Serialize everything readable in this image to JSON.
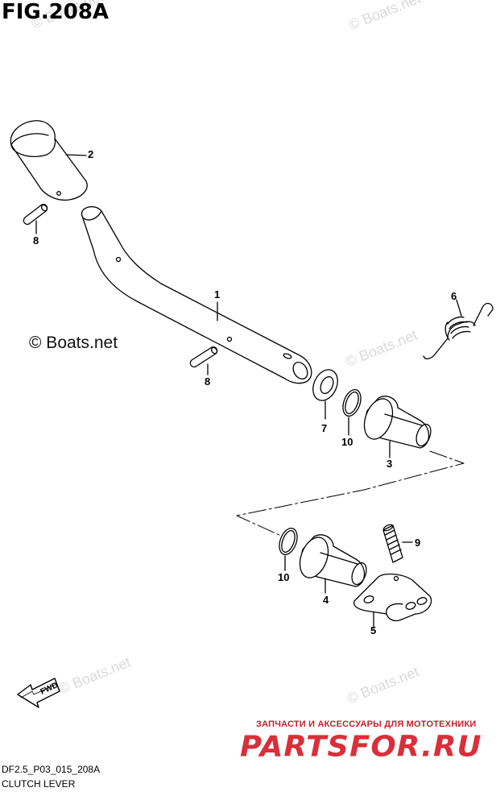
{
  "figure": {
    "title": "FIG.208A",
    "code": "DF2.5_P03_015_208A",
    "name": "CLUTCH LEVER"
  },
  "watermarks": {
    "main": "© Boats.net",
    "faint": "© Boats.net"
  },
  "direction_badge": {
    "label": "FWD",
    "icon": "fwd-arrow-icon"
  },
  "callouts": {
    "c1": "1",
    "c2": "2",
    "c3": "3",
    "c4": "4",
    "c5": "5",
    "c6": "6",
    "c7": "7",
    "c8a": "8",
    "c8b": "8",
    "c9": "9",
    "c10a": "10",
    "c10b": "10"
  },
  "advert": {
    "line": "ЗАПЧАСТИ И АКСЕССУАРЫ ДЛЯ МОТОТЕХНИКИ",
    "logo": "PARTSFOR.RU",
    "color": "#d92f3a"
  }
}
